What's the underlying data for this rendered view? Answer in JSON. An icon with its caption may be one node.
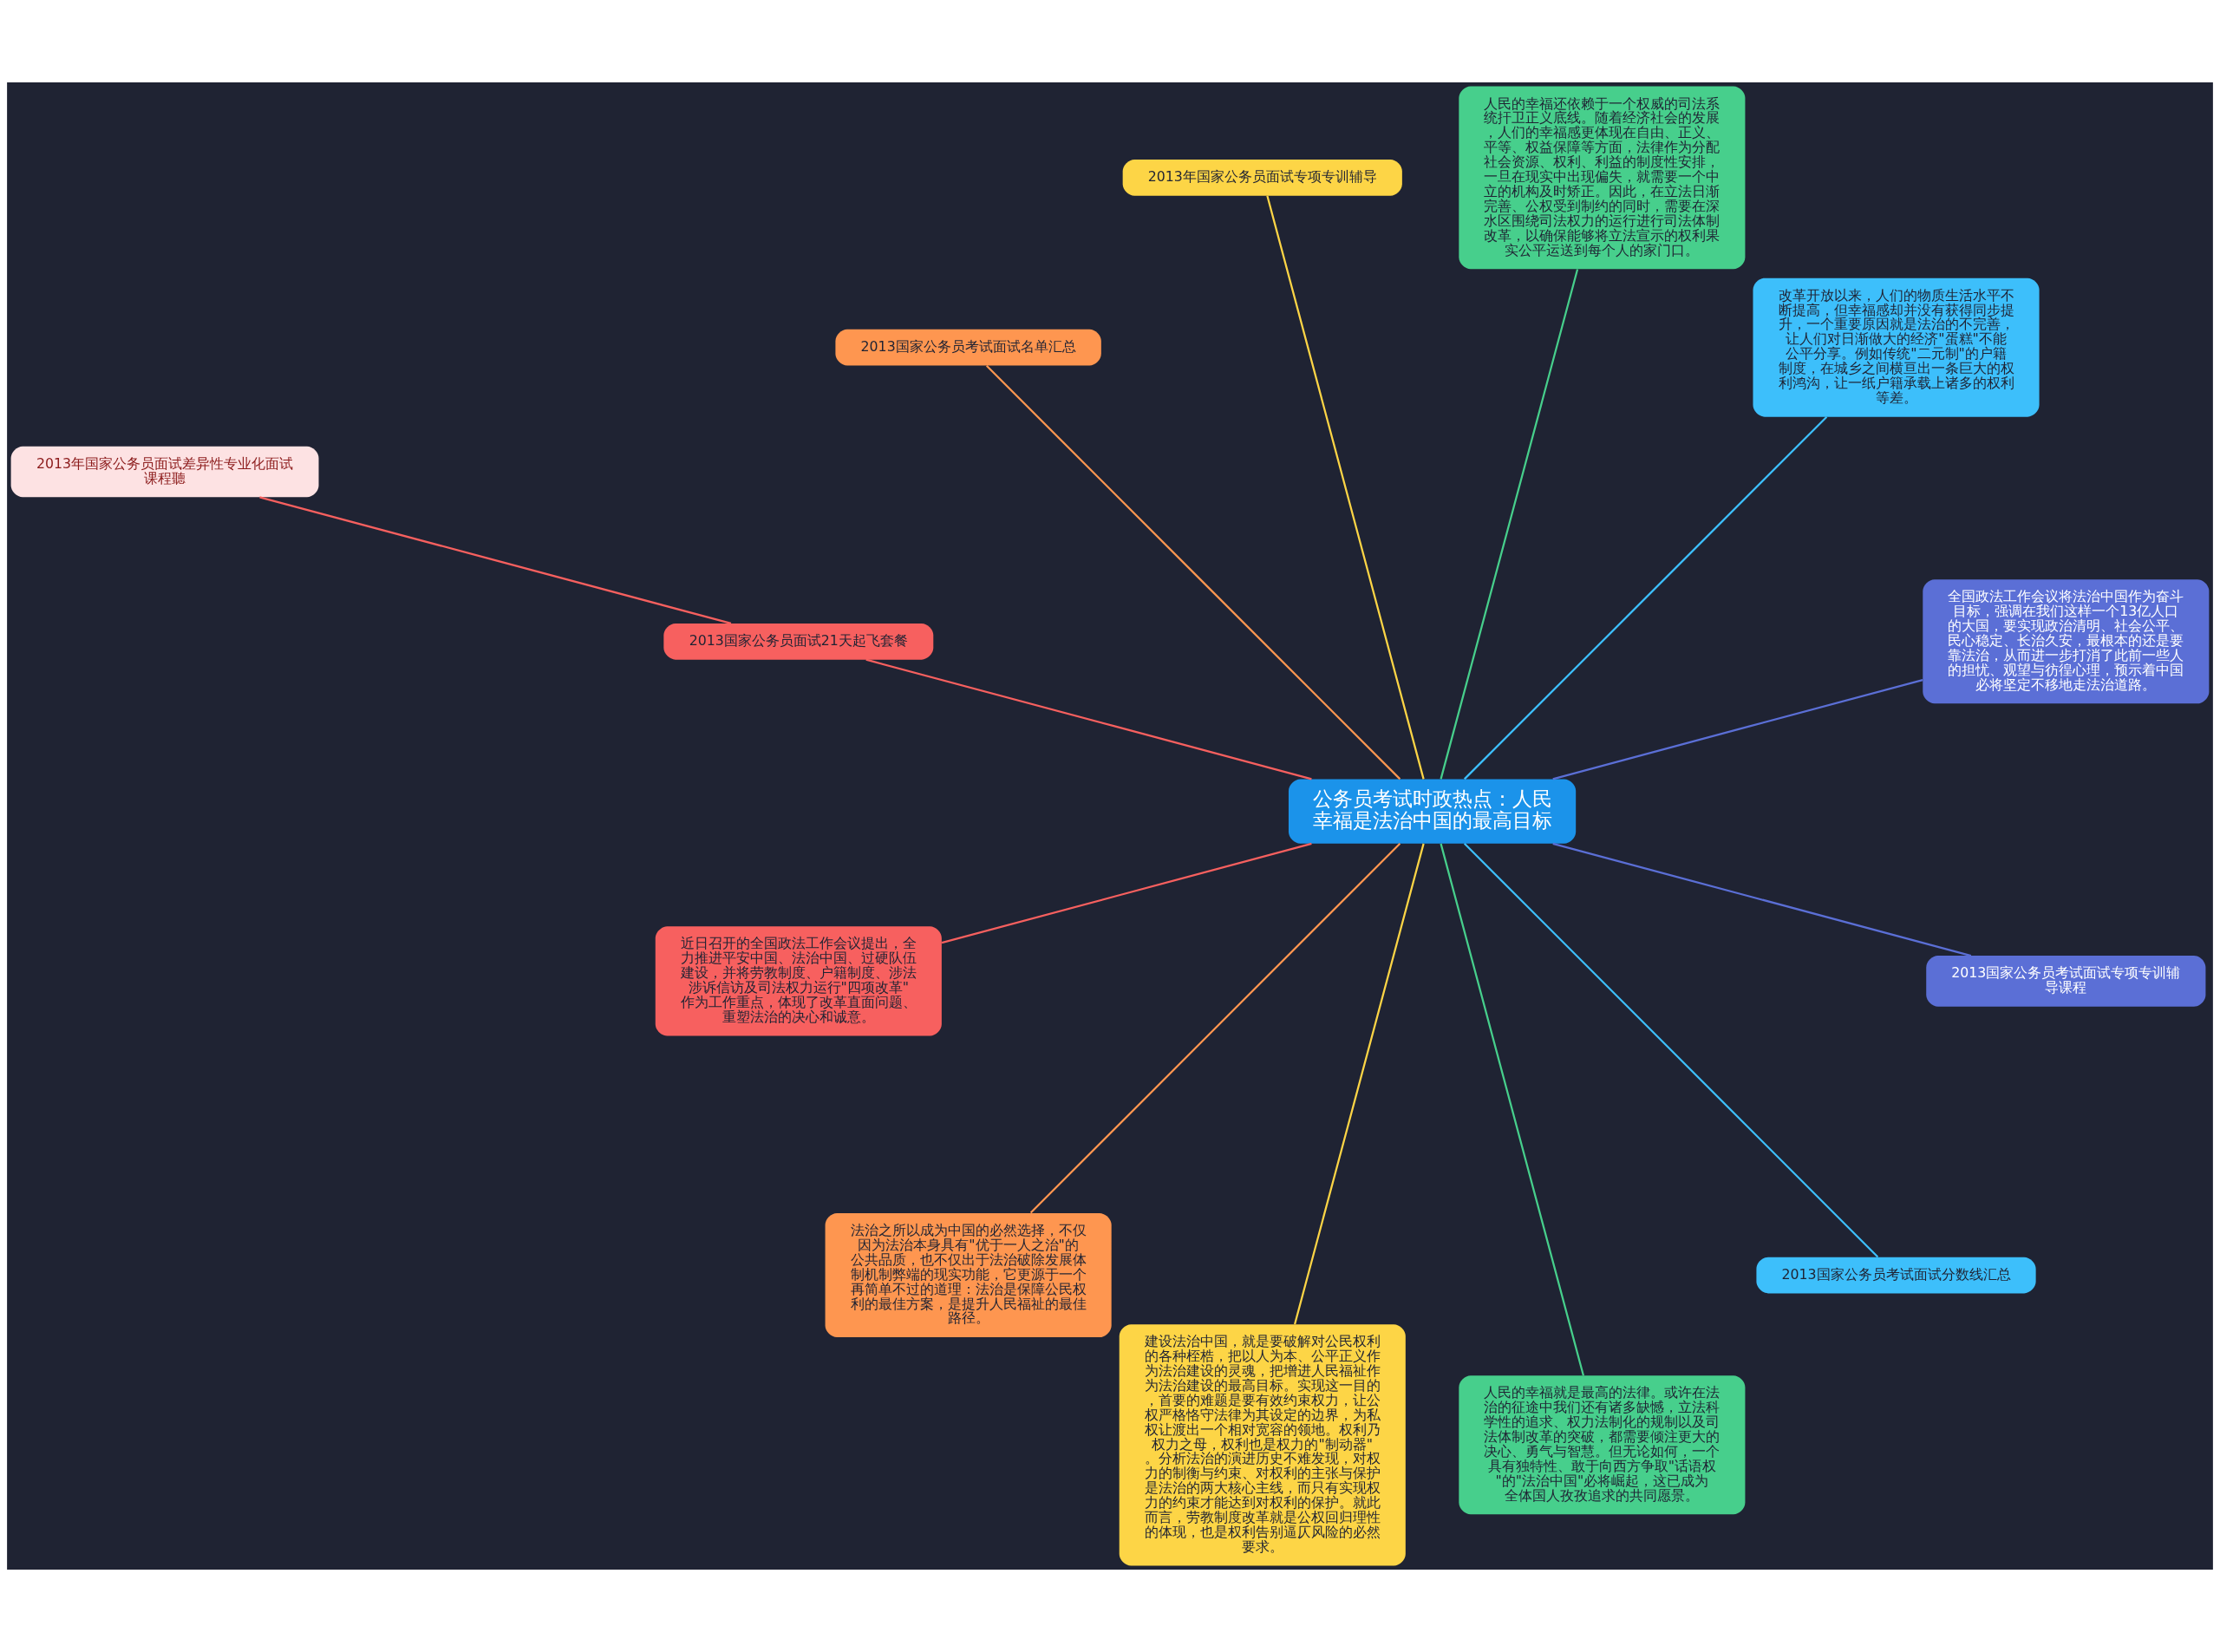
{
  "diagram": {
    "nodes": [
      {
        "text": [
          "公务员考试时政热点：人民幸福是法治中国的最高目标"
        ]
      },
      {
        "text": [
          "全国政法工作会议将法治中国作为奋斗目标，强调在我们这样一个13亿人口的大国，要实现政治清明、社会公平、民心稳定、长治久安，最根本的还是要靠法治，从而进一步打消了此前一些人的担忧、观望与彷徨心理，预示着中国必将坚定不移地走法治道路。"
        ]
      },
      {
        "text": [
          "改革开放以来，人们的物质生活水平不断提高，但幸福感却并没有获得同步提升，一个重要原因就是法治的不完善，让人们对日渐做大的经济\"蛋糕\"不能公平分享。例如传统\"二元制\"的户籍制度，在城乡之间横亘出一条巨大的权利鸿沟，让一纸户籍承载上诸多的权利等差。"
        ]
      },
      {
        "text": [
          "人民的幸福还依赖于一个权威的司法系统扞卫正义底线。随着经济社会的发展，人们的幸福感更体现在自由、正义、平等、权益保障等方面，法律作为分配社会资源、权利、利益的制度性安排，一旦在现实中出现偏失，就需要一个中立的机构及时矫正。因此，在立法日渐完善、公权受到制约的同时，需要在深水区围绕司法权力的运行进行司法体制改革，以确保能够将立法宣示的权利果实公平运送到每个人的家门口。"
        ]
      },
      {
        "text": [
          "2013年国家公务员面试专项专训辅导"
        ]
      },
      {
        "text": [
          "2013国家公务员考试面试名单汇总"
        ]
      },
      {
        "text": [
          "2013国家公务员面试21天起飞套餐"
        ]
      },
      {
        "text": [
          "2013年国家公务员面试差异性专业化面试课程聽"
        ]
      },
      {
        "text": [
          "近日召开的全国政法工作会议提出，全力推进平安中国、法治中国、过硬队伍建设，并将劳教制度、户籍制度、涉法涉诉信访及司法权力运行\"四项改革\"作为工作重点，体现了改革直面问题、重塑法治的决心和诚意。"
        ]
      },
      {
        "text": [
          "法治之所以成为中国的必然选择，不仅因为法治本身具有\"优于一人之治\"的公共品质，也不仅出于法治破除发展体制机制弊端的现实功能，它更源于一个再简单不过的道理：法治是保障公民权利的最佳方案，是提升人民福祉的最佳路径。"
        ]
      },
      {
        "text": [
          "建设法治中国，就是要破解对公民权利的各种桎梏，把以人为本、公平正义作为法治建设的灵魂，把增进人民福祉作为法治建设的最高目标。实现这一目的，首要的难题是要有效约束权力，让公权严格恪守法律为其设定的边界，为私权让渡出一个相对宽容的领地。权利乃权力之母，权利也是权力的\"制动器\"。分析法治的演进历史不难发现，对权力的制衡与约束、对权利的主张与保护是法治的两大核心主线，而只有实现权力的约束才能达到对权利的保护。就此而言，劳教制度改革就是公权回归理性的体现，也是权利告别逼仄风险的必然要求。"
        ]
      },
      {
        "text": [
          "人民的幸福就是最高的法律。或许在法治的征途中我们还有诸多缺憾，立法科学性的追求、权力法制化的规制以及司法体制改革的突破，都需要倾注更大的决心、勇气与智慧。但无论如何，一个具有独特性、敢于向西方争取\"话语权\"的\"法治中国\"必将崛起，这已成为全体国人孜孜追求的共同愿景。"
        ]
      },
      {
        "text": [
          "2013国家公务员考试面试分数线汇总"
        ]
      },
      {
        "text": [
          "2013国家公务员考试面试专项专训辅导课程"
        ]
      }
    ],
    "edges": [
      {
        "from": 0,
        "to": 1,
        "arrow": "none",
        "color": "#5b6fd6"
      },
      {
        "from": 0,
        "to": 2,
        "arrow": "none",
        "color": "#3dbffb"
      },
      {
        "from": 0,
        "to": 3,
        "arrow": "none",
        "color": "#47cf8c"
      },
      {
        "from": 0,
        "to": 4,
        "arrow": "none",
        "color": "#fdd546"
      },
      {
        "from": 0,
        "to": 5,
        "arrow": "none",
        "color": "#fe9650"
      },
      {
        "from": 0,
        "to": 6,
        "arrow": "none",
        "color": "#f7605f"
      },
      {
        "from": 6,
        "to": 7,
        "arrow": "none",
        "color": "#f7605f"
      },
      {
        "from": 0,
        "to": 8,
        "arrow": "none",
        "color": "#f7605f"
      },
      {
        "from": 0,
        "to": 9,
        "arrow": "none",
        "color": "#fe9650"
      },
      {
        "from": 0,
        "to": 10,
        "arrow": "none",
        "color": "#fdd546"
      },
      {
        "from": 0,
        "to": 11,
        "arrow": "none",
        "color": "#47cf8c"
      },
      {
        "from": 0,
        "to": 12,
        "arrow": "none",
        "color": "#3dbffb"
      },
      {
        "from": 0,
        "to": 13,
        "arrow": "none",
        "color": "#5b6fd6"
      }
    ]
  }
}
